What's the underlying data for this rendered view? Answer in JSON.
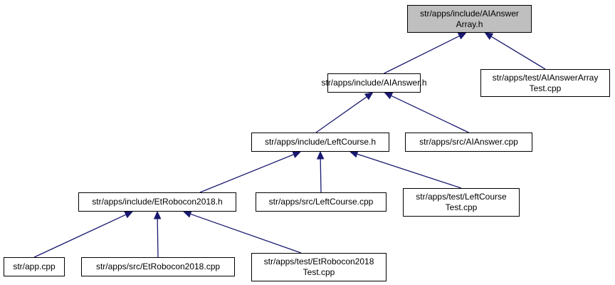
{
  "diagram": {
    "edge_color": "#191970",
    "current_node_fill": "#bfbfbf",
    "nodes": {
      "root": {
        "lines": [
          "str/apps/include/AIAnswer",
          "Array.h"
        ]
      },
      "ai": {
        "lines": [
          "str/apps/include/AIAnswer.h"
        ]
      },
      "aitest": {
        "lines": [
          "str/apps/test/AIAnswerArray",
          "Test.cpp"
        ]
      },
      "lc": {
        "lines": [
          "str/apps/include/LeftCourse.h"
        ]
      },
      "aicpp": {
        "lines": [
          "str/apps/src/AIAnswer.cpp"
        ]
      },
      "er": {
        "lines": [
          "str/apps/include/EtRobocon2018.h"
        ]
      },
      "lccpp": {
        "lines": [
          "str/apps/src/LeftCourse.cpp"
        ]
      },
      "lctest": {
        "lines": [
          "str/apps/test/LeftCourse",
          "Test.cpp"
        ]
      },
      "app": {
        "lines": [
          "str/app.cpp"
        ]
      },
      "ercpp": {
        "lines": [
          "str/apps/src/EtRobocon2018.cpp"
        ]
      },
      "ertest": {
        "lines": [
          "str/apps/test/EtRobocon2018",
          "Test.cpp"
        ]
      }
    },
    "edges": [
      {
        "from": "ai",
        "to": "root"
      },
      {
        "from": "aitest",
        "to": "root"
      },
      {
        "from": "lc",
        "to": "ai"
      },
      {
        "from": "aicpp",
        "to": "ai"
      },
      {
        "from": "er",
        "to": "lc"
      },
      {
        "from": "lccpp",
        "to": "lc"
      },
      {
        "from": "lctest",
        "to": "lc"
      },
      {
        "from": "app",
        "to": "er"
      },
      {
        "from": "ercpp",
        "to": "er"
      },
      {
        "from": "ertest",
        "to": "er"
      }
    ]
  }
}
